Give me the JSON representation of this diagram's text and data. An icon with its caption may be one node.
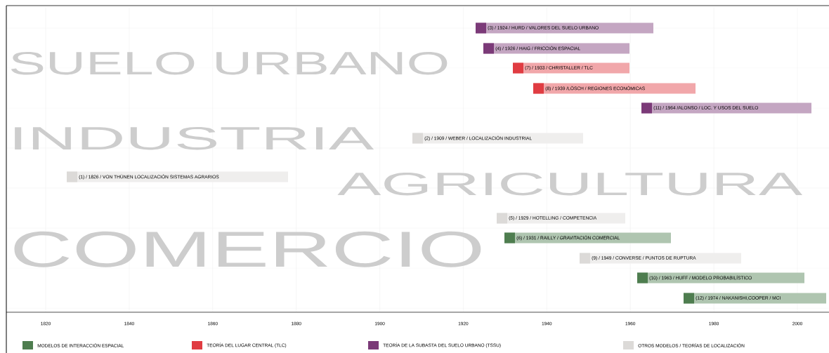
{
  "diagram": {
    "nodes": [
      {
        "text": [
          "(3) / 1924 / HURD / VALORES DEL SUELO URBANO"
        ]
      },
      {
        "text": [
          "(4) / 1926 / HAIG / FRICCIÓN ESPACIAL"
        ]
      },
      {
        "text": [
          "(7) / 1933 / CHRISTALLER / TLC"
        ]
      },
      {
        "text": [
          "(8) / 1939 /LÖSCH / REGIONES ECONÓMICAS"
        ]
      },
      {
        "text": [
          "(11) / 1964 /ALONSO / LOC. Y USOS DEL SUELO"
        ]
      },
      {
        "text": [
          "(2) / 1909 / WEBER / LOCALIZACIÓN INDUSTRIAL"
        ]
      },
      {
        "text": [
          "(1) / 1826 / VON THÜNEN LOCALIZACIÓN SISTEMAS AGRARIOS"
        ]
      },
      {
        "text": [
          "(5) / 1929 / HOTELLING / COMPETENCIA"
        ]
      },
      {
        "text": [
          "(6) / 1931 / RAILLY / GRAVITACIÓN COMERCIAL"
        ]
      },
      {
        "text": [
          "(9) / 1949 / CONVERSE / PUNTOS DE RUPTURA"
        ]
      },
      {
        "text": [
          "(10) / 1963 / HUFF / MODELO PROBABILÍSTICO"
        ]
      },
      {
        "text": [
          "(12) / 1974 / NAKANISHI,COOPER / MCI"
        ]
      }
    ],
    "labels": [
      "SUELO URBANO",
      "INDUSTRIA",
      "AGRICULTURA",
      "COMERCIO",
      "1820",
      "1840",
      "1860",
      "1880",
      "1900",
      "1920",
      "1940",
      "1960",
      "1980",
      "2000"
    ],
    "legend": [
      {
        "text": "MODELOS DE INTERACCIÓN ESPACIAL",
        "color": "#4e7d4f"
      },
      {
        "text": "TEORÍA DEL LUGAR CENTRAL (TLC)",
        "color": "#e03c42"
      },
      {
        "text": "TEORÍA DE LA SUBASTA DEL SUELO URBANO (TSSU)",
        "color": "#7b3a78"
      },
      {
        "text": "OTROS MODELOS / TEORÍAS DE LOCALIZACIÓN",
        "color": "#dcdad8"
      }
    ]
  }
}
